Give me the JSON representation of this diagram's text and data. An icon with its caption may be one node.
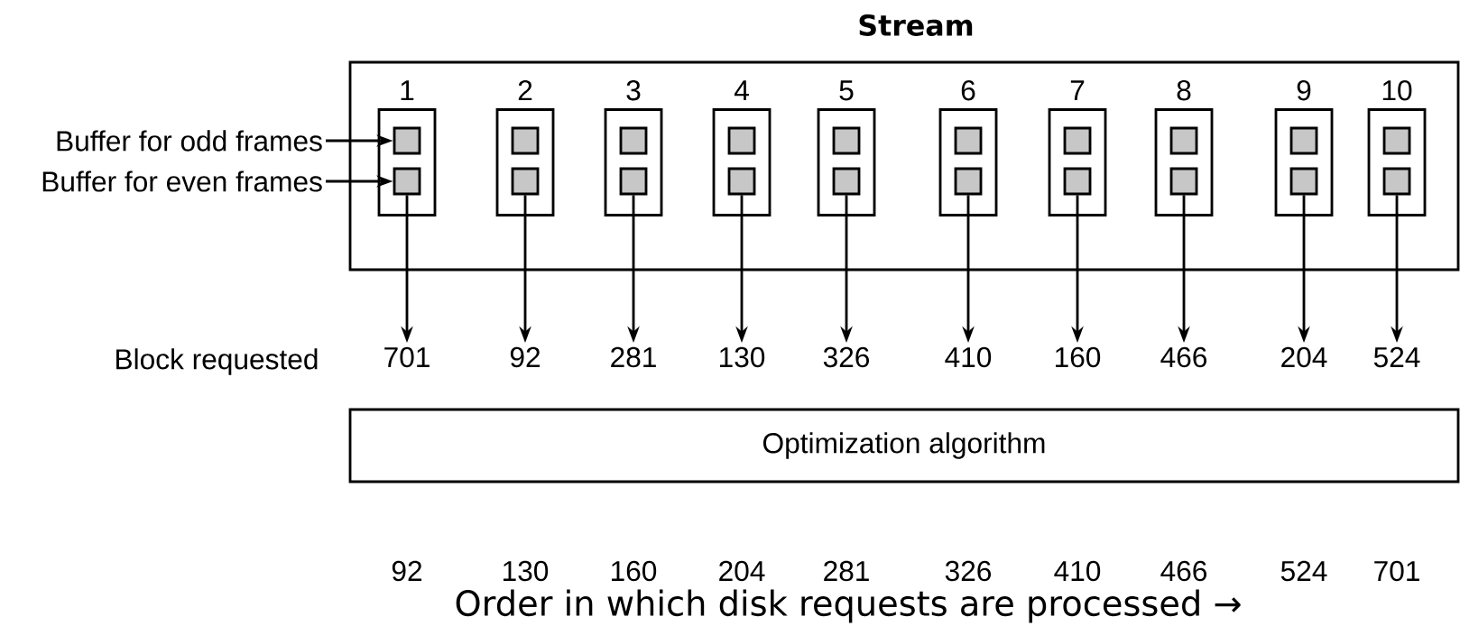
{
  "diagram": {
    "title": "Stream",
    "caption": "Order in which disk requests are processed →",
    "nodes": [
      {
        "text": [],
        "shape": "box"
      },
      {
        "text": [
          "1"
        ],
        "in": 0
      },
      {
        "text": [],
        "shape": "box",
        "in": 1
      },
      {
        "text": [],
        "shape": "box",
        "in": 1
      },
      {
        "text": [
          "2"
        ],
        "in": 0
      },
      {
        "text": [],
        "shape": "box",
        "in": 4
      },
      {
        "text": [],
        "shape": "box",
        "in": 4
      },
      {
        "text": [
          "3"
        ],
        "in": 0
      },
      {
        "text": [],
        "shape": "box",
        "in": 7
      },
      {
        "text": [],
        "shape": "box",
        "in": 7
      },
      {
        "text": [
          "4"
        ],
        "in": 0
      },
      {
        "text": [],
        "shape": "box",
        "in": 10
      },
      {
        "text": [],
        "shape": "box",
        "in": 10
      },
      {
        "text": [
          "5"
        ],
        "in": 0
      },
      {
        "text": [],
        "shape": "box",
        "in": 13
      },
      {
        "text": [],
        "shape": "box",
        "in": 13
      },
      {
        "text": [
          "6"
        ],
        "in": 0
      },
      {
        "text": [],
        "shape": "box",
        "in": 16
      },
      {
        "text": [],
        "shape": "box",
        "in": 16
      },
      {
        "text": [
          "7"
        ],
        "in": 0
      },
      {
        "text": [],
        "shape": "box",
        "in": 19
      },
      {
        "text": [],
        "shape": "box",
        "in": 19
      },
      {
        "text": [
          "8"
        ],
        "in": 0
      },
      {
        "text": [],
        "shape": "box",
        "in": 22
      },
      {
        "text": [],
        "shape": "box",
        "in": 22
      },
      {
        "text": [
          "9"
        ],
        "in": 0
      },
      {
        "text": [],
        "shape": "box",
        "in": 25
      },
      {
        "text": [],
        "shape": "box",
        "in": 25
      },
      {
        "text": [
          "10"
        ],
        "in": 0
      },
      {
        "text": [],
        "shape": "box",
        "in": 28
      },
      {
        "text": [],
        "shape": "box",
        "in": 28
      },
      {
        "text": [
          "Buffer for odd frames"
        ]
      },
      {
        "text": [
          "Buffer for even frames"
        ]
      },
      {
        "text": [
          "701"
        ]
      },
      {
        "text": [
          "92"
        ]
      },
      {
        "text": [
          "281"
        ]
      },
      {
        "text": [
          "130"
        ]
      },
      {
        "text": [
          "326"
        ]
      },
      {
        "text": [
          "410"
        ]
      },
      {
        "text": [
          "160"
        ]
      },
      {
        "text": [
          "466"
        ]
      },
      {
        "text": [
          "204"
        ]
      },
      {
        "text": [
          "524"
        ]
      },
      {
        "text": [
          "Optimization algorithm"
        ]
      }
    ],
    "edges": [
      {
        "from": 31,
        "to": 2,
        "arrow": "to"
      },
      {
        "from": 32,
        "to": 3,
        "arrow": "to"
      },
      {
        "from": 3,
        "to": 33,
        "arrow": "to"
      },
      {
        "from": 6,
        "to": 34,
        "arrow": "to"
      },
      {
        "from": 9,
        "to": 35,
        "arrow": "to"
      },
      {
        "from": 12,
        "to": 36,
        "arrow": "to"
      },
      {
        "from": 15,
        "to": 37,
        "arrow": "to"
      },
      {
        "from": 18,
        "to": 38,
        "arrow": "to"
      },
      {
        "from": 21,
        "to": 39,
        "arrow": "to"
      },
      {
        "from": 24,
        "to": 40,
        "arrow": "to"
      },
      {
        "from": 27,
        "to": 41,
        "arrow": "to"
      },
      {
        "from": 30,
        "to": 42,
        "arrow": "to"
      }
    ],
    "labels": [
      "Block requested",
      "92",
      "130",
      "160",
      "204",
      "281",
      "326",
      "410",
      "466",
      "524",
      "701"
    ]
  }
}
